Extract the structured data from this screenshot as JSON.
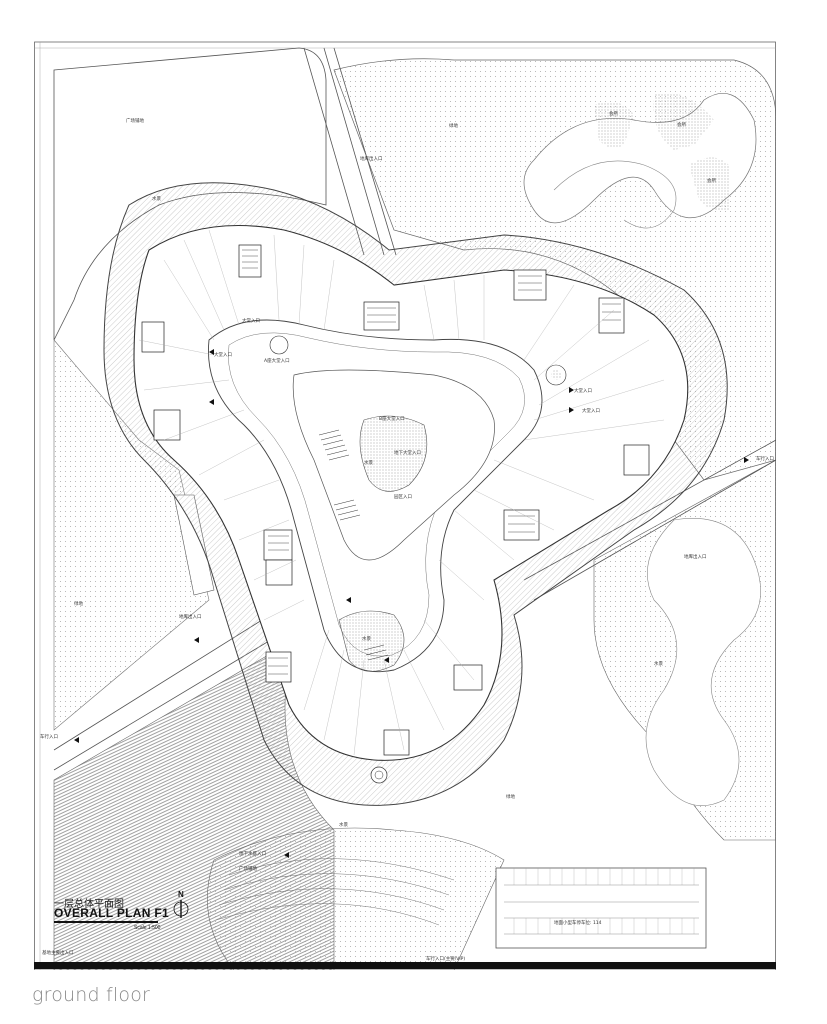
{
  "caption": "ground floor",
  "plan_title": {
    "chinese": "一层总体平面图",
    "english": "OVERALL PLAN F1",
    "scale": "Scale 1:500"
  },
  "north_label": "N",
  "labels": {
    "plaza_paving_nw": "广场铺地",
    "greenery_top": "绿地",
    "underground_garage_entry_n": "地库出入口",
    "water_feature_left": "水景",
    "pavilion_1": "会所",
    "pavilion_2": "会所",
    "pavilion_3": "会所",
    "east_car_entry": "车行入口",
    "main_hall_entry_1": "大堂入口",
    "main_hall_entry_2": "大堂入口",
    "main_hall_entry_3": "大堂入口",
    "main_hall_entry_4": "大堂入口",
    "bldg_a_hall_entry": "A座大堂入口",
    "bldg_b_hall_entry": "B座大堂入口",
    "underground_hall_entry": "地下大堂入口",
    "center_pool": "水景",
    "park_entry": "园区入口",
    "water_feature_center": "水景",
    "garage_entry_east": "地库出入口",
    "garage_entry_west": "地库出入口",
    "greenery_left": "绿地",
    "water_feature_right": "水景",
    "west_car_entry": "车行入口",
    "greenery_bottom": "绿地",
    "water_feature_bottom": "水景",
    "underground_water_court_entry": "地下水庭入口",
    "plaza_paving_sw": "广场铺地",
    "south_main_entry": "基地主要出入口",
    "south_car_entry": "车行入口(主要/VIP)",
    "surface_parking": "地面小型车停车位: 114"
  }
}
